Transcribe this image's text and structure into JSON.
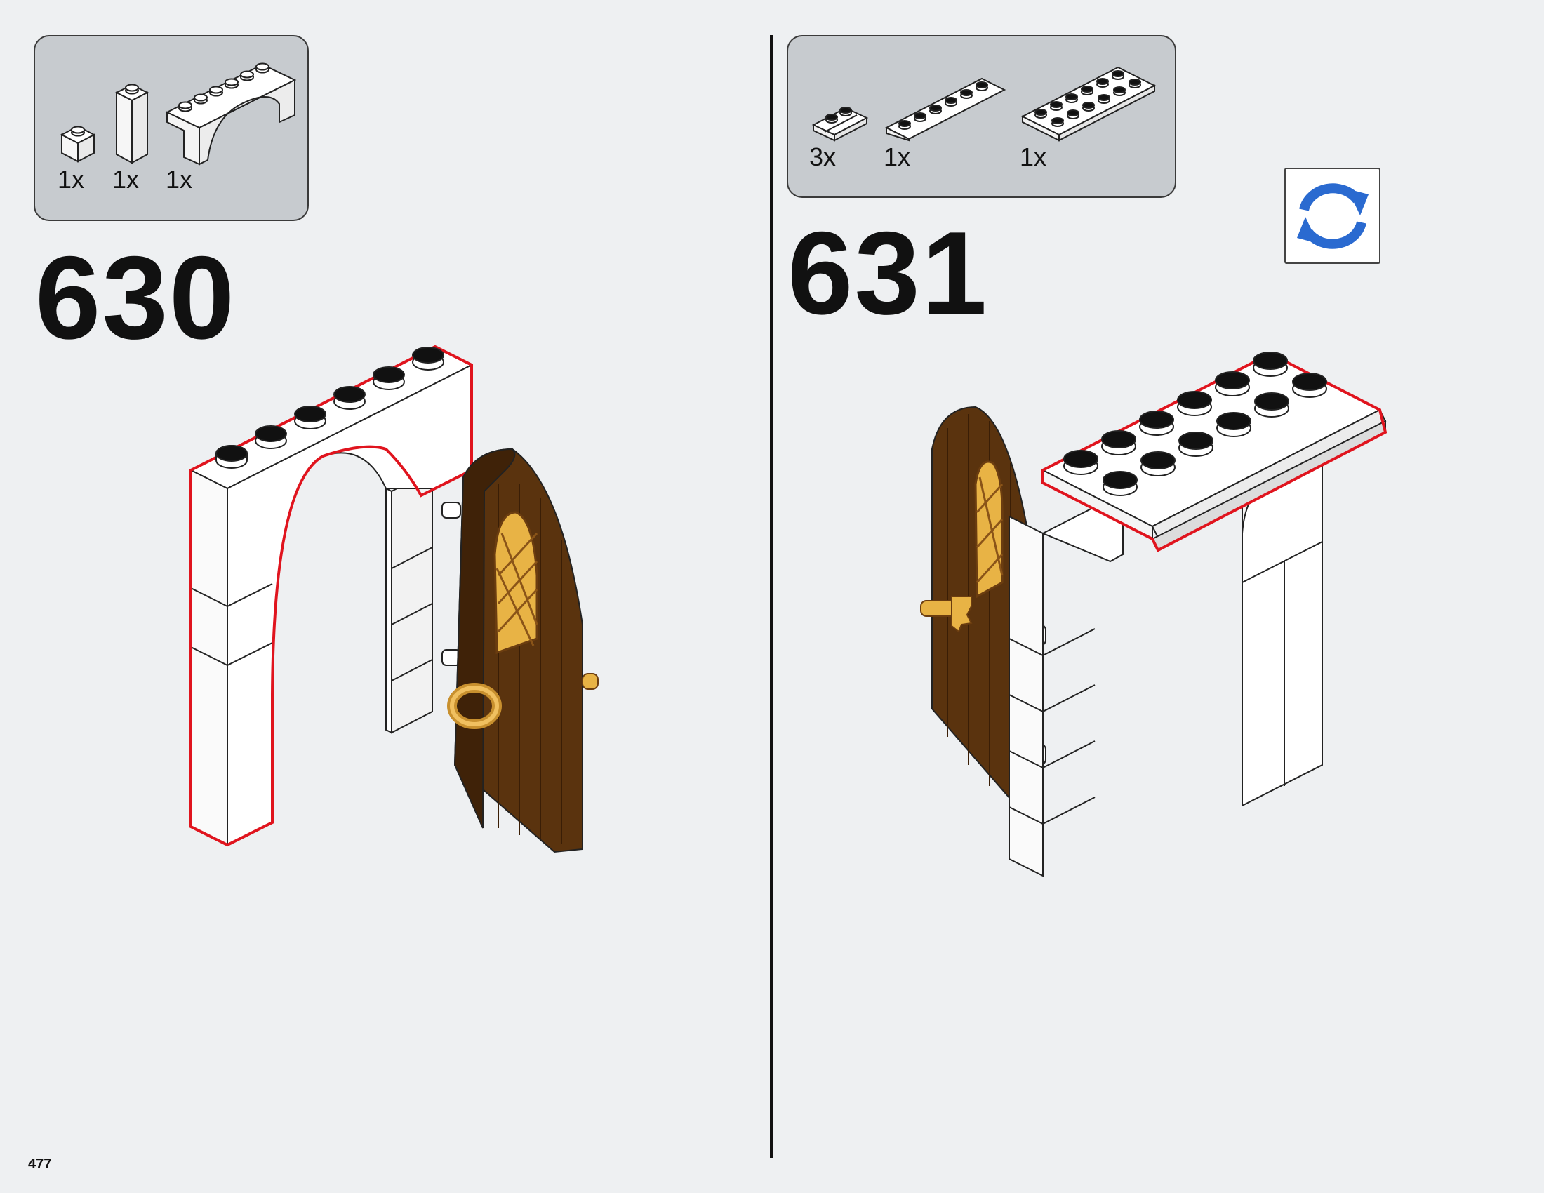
{
  "page": {
    "number": "477"
  },
  "steps": [
    {
      "number": "630",
      "parts": [
        {
          "icon": "brick-1x1-white-icon",
          "qty": "1x"
        },
        {
          "icon": "brick-1x1x3-white-icon",
          "qty": "1x"
        },
        {
          "icon": "arch-1x6-white-icon",
          "qty": "1x"
        }
      ]
    },
    {
      "number": "631",
      "parts": [
        {
          "icon": "plate-1x2-rail-white-icon",
          "qty": "3x"
        },
        {
          "icon": "plate-1x6-white-icon",
          "qty": "1x"
        },
        {
          "icon": "plate-2x6-white-icon",
          "qty": "1x"
        }
      ]
    }
  ],
  "rotate": {
    "icon": "rotate-model-icon"
  },
  "colors": {
    "background": "#eef0f2",
    "parts_box": "#c7cbcf",
    "highlight": "#e0141e",
    "door_brown": "#5a330e",
    "gold": "#e8b345",
    "rotate_blue": "#2a6ad0"
  }
}
